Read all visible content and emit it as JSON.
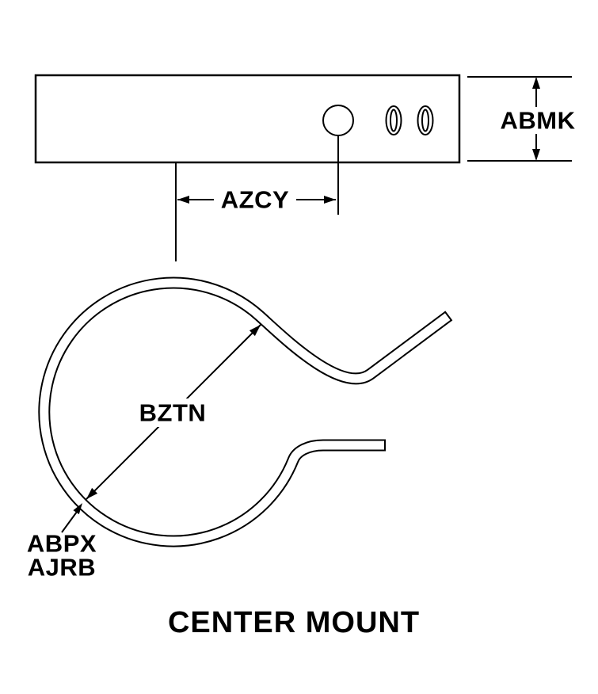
{
  "diagram": {
    "title": "CENTER MOUNT",
    "dimensions": {
      "abmk": "ABMK",
      "azcy": "AZCY",
      "bztn": "BZTN"
    },
    "callouts": {
      "abpx": "ABPX",
      "ajrb": "AJRB"
    },
    "colors": {
      "line": "#000000",
      "background": "#ffffff"
    }
  }
}
